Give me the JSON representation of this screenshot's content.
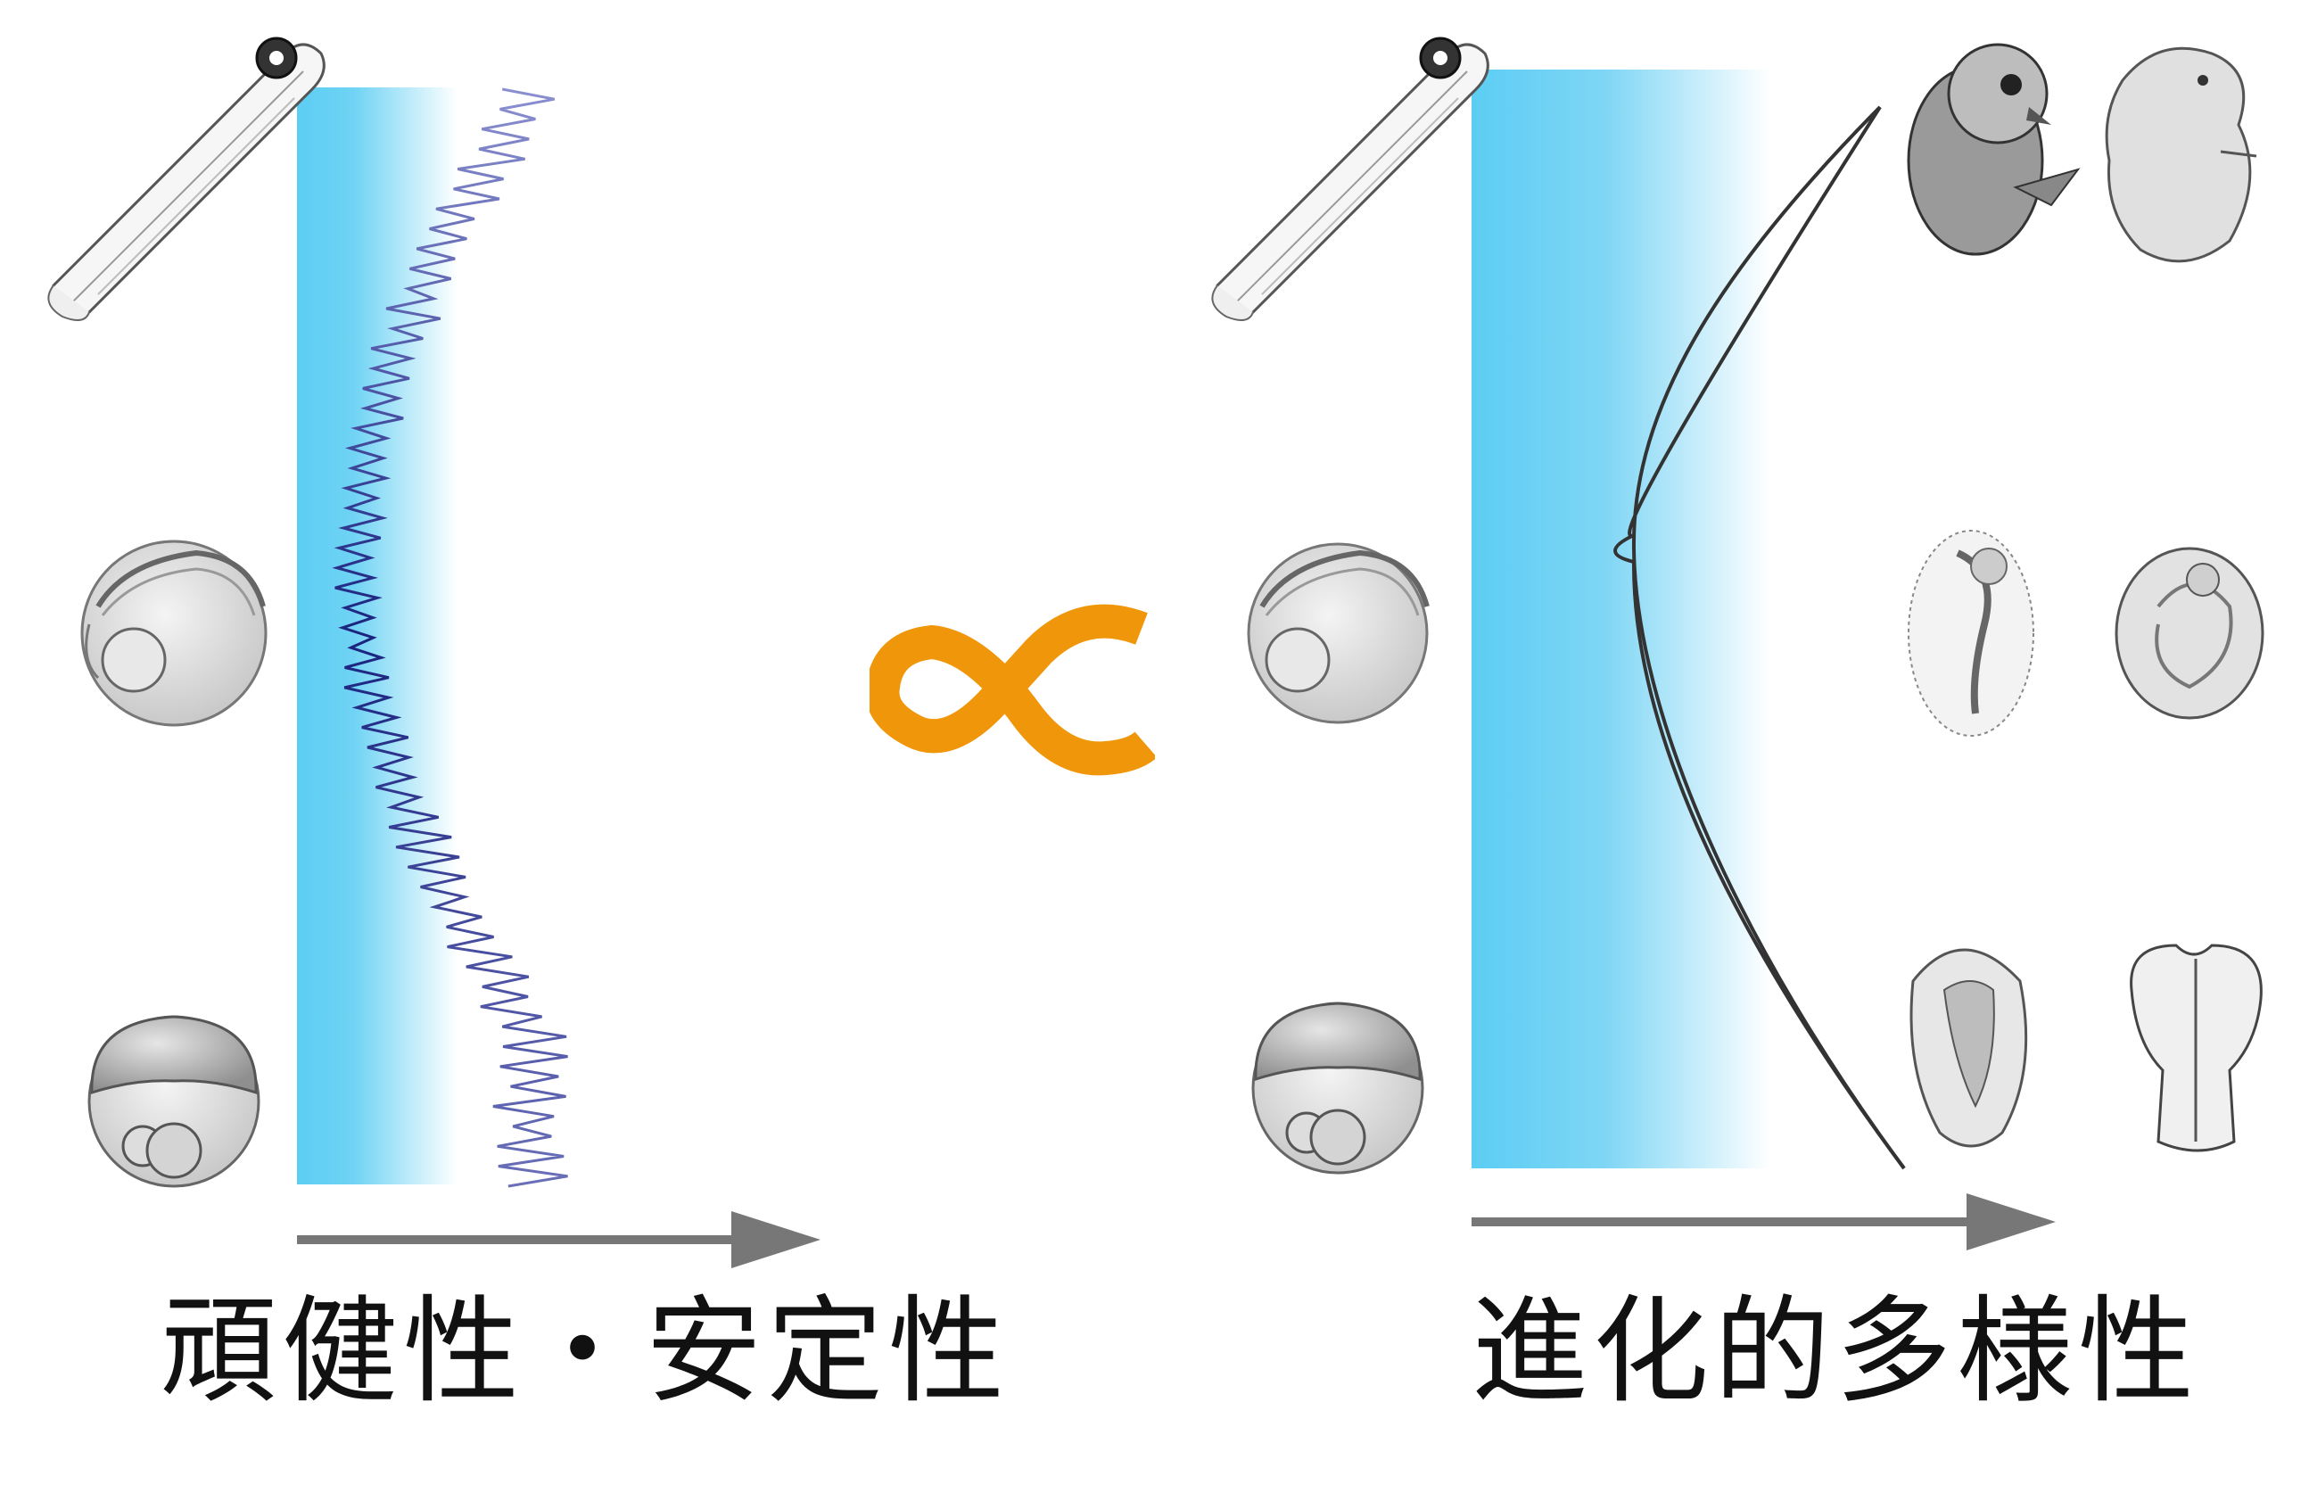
{
  "left_panel": {
    "caption": "頑健性・安定性",
    "gradient_colors": [
      "#5ccdf3",
      "#ffffff"
    ],
    "line_colors": [
      "#7a7fc8",
      "#1a237e"
    ],
    "stages": [
      "larva-fish",
      "hatching-embryo",
      "early-embryo"
    ]
  },
  "right_panel": {
    "caption": "進化的多様性",
    "gradient_colors": [
      "#5ccdf3",
      "#ffffff"
    ],
    "curve_color": "#333333",
    "stages": [
      "larva-fish",
      "hatching-embryo",
      "early-embryo"
    ],
    "species_pairs": [
      [
        "chick-embryo-late",
        "mouse-embryo-late"
      ],
      [
        "chick-embryo-mid",
        "mouse-embryo-mid"
      ],
      [
        "chick-embryo-early",
        "mouse-embryo-early"
      ]
    ]
  },
  "symbol": {
    "name": "proportional-to",
    "color": "#f0960a"
  },
  "arrow_color": "#777777"
}
